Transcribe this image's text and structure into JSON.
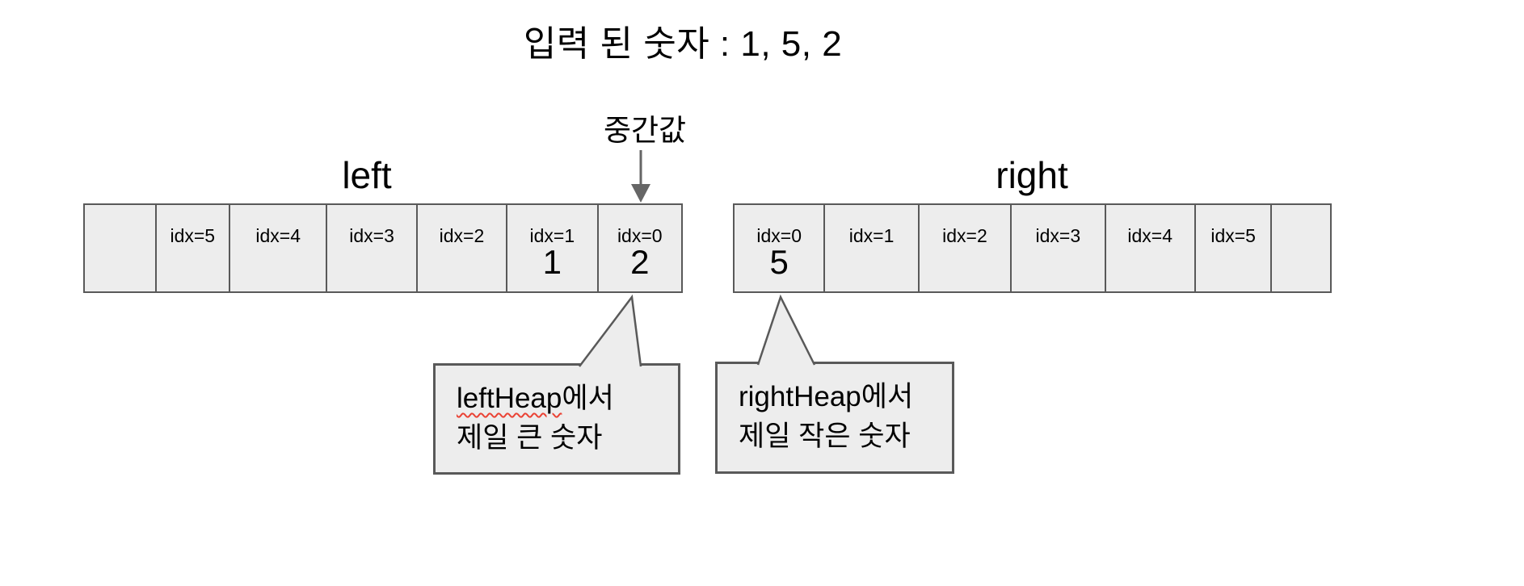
{
  "title": {
    "text": "입력 된 숫자 : 1, 5, 2"
  },
  "median_label": {
    "text": "중간값"
  },
  "arrays": {
    "left": {
      "label": "left",
      "cells": [
        {
          "label": "",
          "value": ""
        },
        {
          "label": "idx=5",
          "value": ""
        },
        {
          "label": "idx=4",
          "value": ""
        },
        {
          "label": "idx=3",
          "value": ""
        },
        {
          "label": "idx=2",
          "value": ""
        },
        {
          "label": "idx=1",
          "value": "1"
        },
        {
          "label": "idx=0",
          "value": "2"
        }
      ],
      "cell_widths": [
        87,
        92,
        121,
        112,
        112,
        113,
        105
      ]
    },
    "right": {
      "label": "right",
      "cells": [
        {
          "label": "idx=0",
          "value": "5"
        },
        {
          "label": "idx=1",
          "value": ""
        },
        {
          "label": "idx=2",
          "value": ""
        },
        {
          "label": "idx=3",
          "value": ""
        },
        {
          "label": "idx=4",
          "value": ""
        },
        {
          "label": "idx=5",
          "value": ""
        },
        {
          "label": "",
          "value": ""
        }
      ],
      "cell_widths": [
        111,
        117,
        115,
        117,
        112,
        95,
        74
      ]
    }
  },
  "callouts": {
    "left": {
      "line1_word": "leftHeap",
      "line1_rest": "에서",
      "line2": "제일 큰 숫자"
    },
    "right": {
      "line1_word": "rightHeap",
      "line1_rest": "에서",
      "line2": "제일 작은 숫자"
    }
  },
  "colors": {
    "cell_fill": "#ededed",
    "border": "#595959",
    "arrow": "#666666",
    "squiggle": "#ea4335",
    "background": "#ffffff"
  }
}
